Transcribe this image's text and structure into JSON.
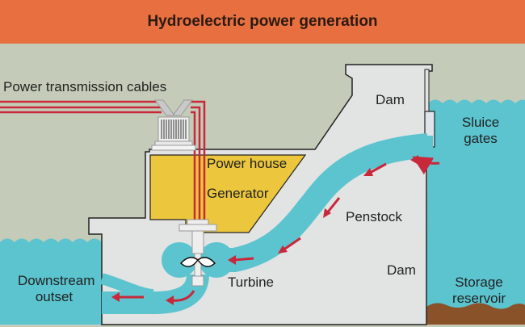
{
  "title": "Hydroelectric power generation",
  "labels": {
    "cables": "Power transmission cables",
    "dam_top": "Dam",
    "sluice_line1": "Sluice",
    "sluice_line2": "gates",
    "power_house": "Power house",
    "generator": "Generator",
    "penstock": "Penstock",
    "dam_bottom": "Dam",
    "downstream_line1": "Downstream",
    "downstream_line2": "outset",
    "turbine": "Turbine",
    "storage_line1": "Storage",
    "storage_line2": "reservoir"
  },
  "colors": {
    "title_bg": "#e87040",
    "sky": "#c4cbb8",
    "water": "#5bc4cf",
    "concrete": "#e2e3e3",
    "power_house": "#ecc63c",
    "cable": "#c8283a",
    "arrow": "#c8283a",
    "soil": "#8a5228"
  }
}
